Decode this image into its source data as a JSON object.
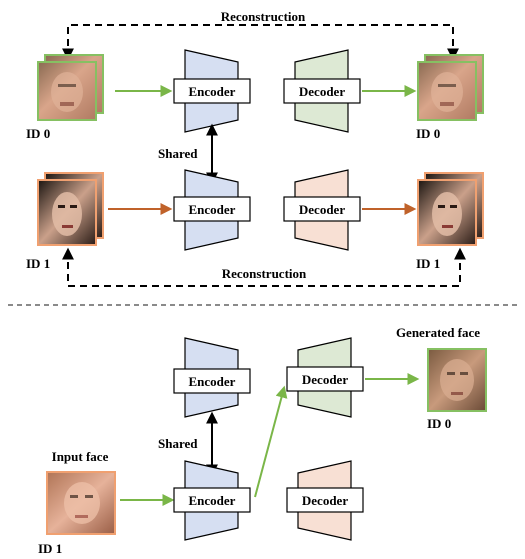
{
  "top": {
    "reconstruction_top": "Reconstruction",
    "reconstruction_bottom": "Reconstruction",
    "shared": "Shared",
    "id0_left": "ID 0",
    "id0_right": "ID 0",
    "id1_left": "ID 1",
    "id1_right": "ID 1",
    "encoder_a": "Encoder",
    "decoder_a": "Decoder",
    "encoder_b": "Encoder",
    "decoder_b": "Decoder"
  },
  "bottom": {
    "shared": "Shared",
    "encoder_a": "Encoder",
    "decoder_a": "Decoder",
    "encoder_b": "Encoder",
    "decoder_b": "Decoder",
    "input_face": "Input face",
    "generated_face": "Generated face",
    "id1": "ID 1",
    "id0": "ID 0"
  },
  "colors": {
    "encoder_fill": "#d6dff2",
    "decoder_a_fill": "#dde9d4",
    "decoder_b_fill": "#f8e0d4",
    "green_arrow": "#7ab648",
    "orange_arrow": "#c0622a",
    "green_border": "#86c062",
    "orange_border": "#f0a070"
  }
}
